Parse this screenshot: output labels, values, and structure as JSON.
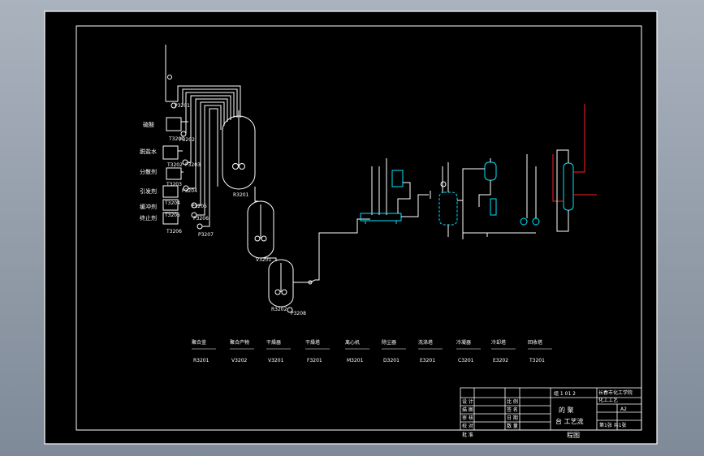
{
  "drawing": {
    "feed_labels": [
      "硫酸",
      "脱盐水",
      "分散剂",
      "引发剂",
      "缓冲剂",
      "终止剂"
    ],
    "tank_tags": [
      "T3201",
      "T3202",
      "T3203",
      "T3204",
      "T3205",
      "T3206"
    ],
    "pump_tags": [
      "P3201",
      "P3202",
      "P3203",
      "P3204",
      "P3205",
      "P3206",
      "P3207"
    ],
    "vessel_tags": [
      "R3201",
      "V3201",
      "R3202",
      "P3208"
    ],
    "legend_top": [
      "聚合釜",
      "聚合产物",
      "干燥器",
      "干燥塔",
      "离心机",
      "除尘器",
      "洗涤塔",
      "冷凝器",
      "冷却塔",
      "回收塔"
    ],
    "legend_bottom": [
      "R3201",
      "V3202",
      "V3201",
      "F3201",
      "M3201",
      "D3201",
      "E3201",
      "C3201",
      "E3202",
      "T3201"
    ],
    "title_block": {
      "school": "长春市化工学院",
      "dept": "化工工艺",
      "title_line1": "的 聚",
      "title_line2": "台 工艺流",
      "title_line3": "程图",
      "size_label": "A2",
      "sheet_label": "第1张 共1张",
      "cells_left": [
        "设 计",
        "描 图",
        "审 核",
        "校 对",
        "批 准"
      ],
      "cells_mid": [
        "比 例",
        "签 名",
        "日 期",
        "数 量"
      ],
      "code_label": "组 1 01 2"
    }
  }
}
